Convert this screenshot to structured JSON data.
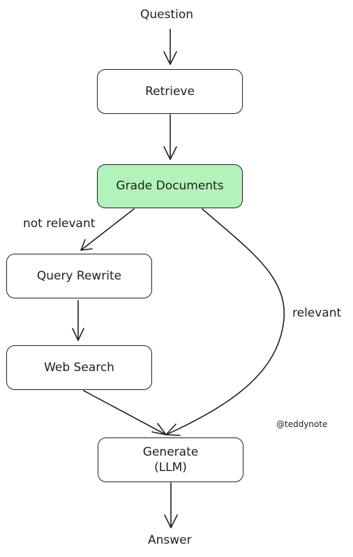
{
  "diagram": {
    "input_label": "Question",
    "output_label": "Answer",
    "nodes": {
      "retrieve": "Retrieve",
      "grade_documents": "Grade Documents",
      "query_rewrite": "Query Rewrite",
      "web_search": "Web Search",
      "generate": "Generate\n(LLM)"
    },
    "edge_labels": {
      "not_relevant": "not relevant",
      "relevant": "relevant"
    },
    "watermark": "@teddynote",
    "colors": {
      "grade_documents_fill": "#b2f2bb",
      "stroke": "#1e1e1e"
    }
  }
}
